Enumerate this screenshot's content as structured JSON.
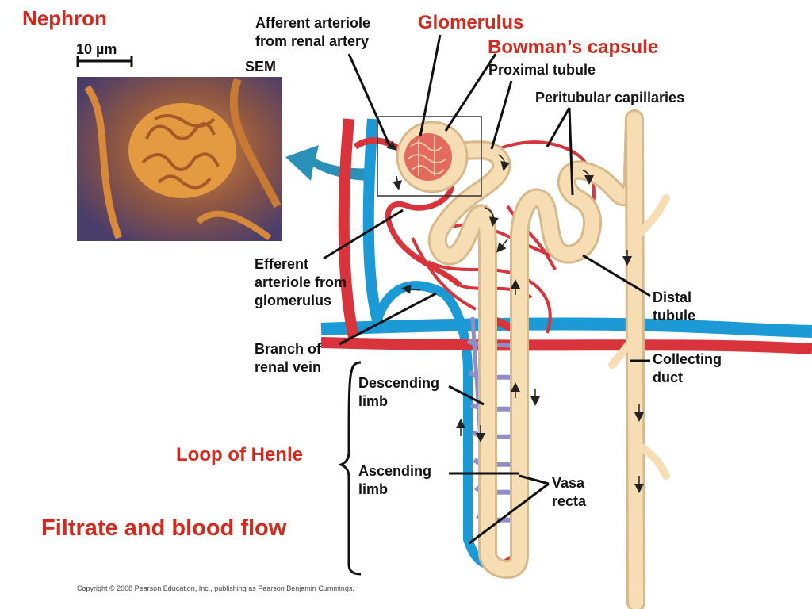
{
  "title": "Nephron",
  "scale_bar": "10 µm",
  "sem_label": "SEM",
  "headings": {
    "glomerulus": "Glomerulus",
    "bowmans_capsule": "Bowman’s capsule",
    "loop_of_henle": "Loop of Henle",
    "filtrate_blood_flow": "Filtrate and blood flow"
  },
  "labels": {
    "afferent_line1": "Afferent arteriole",
    "afferent_line2": "from renal artery",
    "proximal_tubule": "Proximal tubule",
    "peritubular_capillaries": "Peritubular capillaries",
    "efferent_line1": "Efferent",
    "efferent_line2": "arteriole from",
    "efferent_line3": "glomerulus",
    "distal_line1": "Distal",
    "distal_line2": "tubule",
    "branch_line1": "Branch of",
    "branch_line2": "renal vein",
    "collecting_line1": "Collecting",
    "collecting_line2": "duct",
    "descending_line1": "Descending",
    "descending_line2": "limb",
    "ascending_line1": "Ascending",
    "ascending_line2": "limb",
    "vasa_line1": "Vasa",
    "vasa_line2": "recta"
  },
  "copyright": "Copyright © 2008 Pearson Education, Inc., publishing as Pearson Benjamin Cummings.",
  "colors": {
    "artery": "#d9343b",
    "vein": "#1b9ad6",
    "tubule": "#f6ddb3",
    "tubule_outline": "#d8b98a",
    "heading_red": "#d42a1e",
    "vasa_recta": "#8f8fc8",
    "arrow_teal": "#2a90b8"
  }
}
